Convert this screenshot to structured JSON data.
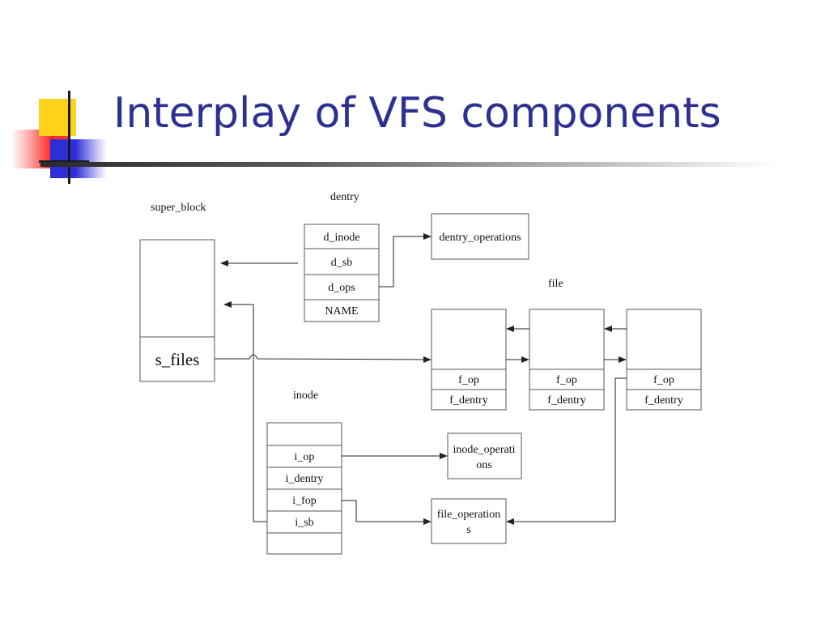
{
  "slide": {
    "title": "Interplay of VFS components",
    "title_color": "#2e3192"
  },
  "diagram": {
    "super_block": {
      "label": "super_block",
      "field": "s_files"
    },
    "dentry": {
      "label": "dentry",
      "fields": [
        "d_inode",
        "d_sb",
        "d_ops",
        "NAME"
      ]
    },
    "dentry_operations": {
      "label": "dentry_operations"
    },
    "file": {
      "label": "file",
      "fields": [
        "f_op",
        "f_dentry"
      ]
    },
    "inode": {
      "label": "inode",
      "fields": [
        "i_op",
        "i_dentry",
        "i_fop",
        "i_sb"
      ]
    },
    "inode_operations": {
      "line1": "inode_operati",
      "line2": "ons"
    },
    "file_operations": {
      "line1": "file_operation",
      "line2": "s"
    }
  }
}
